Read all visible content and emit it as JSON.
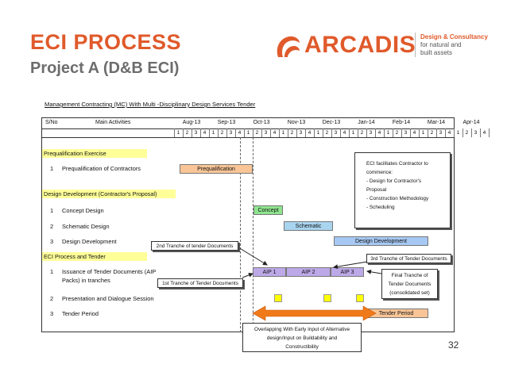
{
  "header": {
    "title": "ECI PROCESS",
    "subtitle": "Project A (D&B ECI)",
    "logo_text": "ARCADIS",
    "tagline": [
      "Design & Consultancy",
      "for natural and",
      "built assets"
    ]
  },
  "chart": {
    "title": "Management Contracting (MC) With Multi -Disciplinary Design Services Tender",
    "columns": {
      "sno": "S/No",
      "activities": "Main Activities"
    },
    "months": [
      "Aug-13",
      "Sep-13",
      "Oct-13",
      "Nov-13",
      "Dec-13",
      "Jan-14",
      "Feb-14",
      "Mar-14",
      "Apr-14"
    ],
    "quarters": [
      "1",
      "2",
      "3",
      "4",
      "1",
      "2",
      "3",
      "4",
      "1",
      "2",
      "3",
      "4",
      "1",
      "2",
      "3",
      "4",
      "1",
      "2",
      "3",
      "4",
      "1",
      "2",
      "3",
      "4",
      "1",
      "2",
      "3",
      "4",
      "1",
      "2",
      "3",
      "4",
      "1",
      "2",
      "3",
      "4"
    ]
  },
  "sections": {
    "prequal": "Prequalification Exercise",
    "design": "Design Development (Contractor's Proposal)",
    "eci": "ECI Process and Tender"
  },
  "rows": {
    "prequal_1": {
      "num": "1",
      "label": "Prequalification of Contractors"
    },
    "design_1": {
      "num": "1",
      "label": "Concept Design"
    },
    "design_2": {
      "num": "2",
      "label": "Schematic Design"
    },
    "design_3": {
      "num": "3",
      "label": "Design Development"
    },
    "eci_1": {
      "num": "1",
      "label_line1": "Issuance of Tender Documents (AIP",
      "label_line2": "Packs) in tranches"
    },
    "eci_2": {
      "num": "2",
      "label": "Presentation and Dialogue Session"
    },
    "eci_3": {
      "num": "3",
      "label": "Tender Period"
    }
  },
  "bars": {
    "prequalification": {
      "label": "Prequalification",
      "color": "#f9c597"
    },
    "concept": {
      "label": "Concept",
      "color": "#8ee58e"
    },
    "schematic": {
      "label": "Schematic",
      "color": "#a9d4ef"
    },
    "design_development": {
      "label": "Design Development",
      "color": "#a6c8f2"
    },
    "aip1": {
      "label": "AIP 1",
      "color": "#bda9e8"
    },
    "aip2": {
      "label": "AIP 2",
      "color": "#bda9e8"
    },
    "aip3": {
      "label": "AIP 3",
      "color": "#bda9e8"
    },
    "tender_period": {
      "label": "Tender Period",
      "color": "#f9c597"
    }
  },
  "callouts": {
    "tranche2": "2nd Tranche of tender Documents",
    "tranche1": "1st Tranche of Tender Documents",
    "tranche3": "3rd Tranche of Tender Documents",
    "final_tranche": [
      "Final Tranche of",
      "Tender Documents",
      "(consolidated set)"
    ],
    "overlap": [
      "Overlapping With Early Input of Alternative",
      "design/Input on Buildability and",
      "Constructibility"
    ]
  },
  "notes": [
    "ECI facilitates Contractor to",
    "commence:",
    "- Design for Contractor's",
    "Proposal",
    "- Construction Methodology",
    "- Scheduling"
  ],
  "colors": {
    "accent": "#e05a2b",
    "highlight": "#ffff99",
    "arrow": "#f07a1a",
    "dialogue_marker": "#ffff00"
  },
  "page_number": "32"
}
